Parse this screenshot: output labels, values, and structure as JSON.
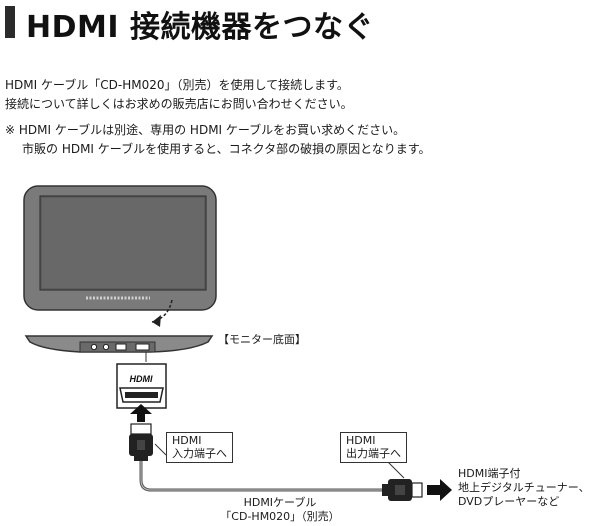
{
  "header": {
    "title": "HDMI 接続機器をつなぐ"
  },
  "body": {
    "line1": "HDMI ケーブル「CD-HM020」（別売）を使用して接続します。",
    "line2": "接続について詳しくはお求めの販売店にお問い合わせください。",
    "note_line1": "※ HDMI ケーブルは別途、専用の HDMI ケーブルをお買い求めください。",
    "note_line2": "市販の HDMI ケーブルを使用すると、コネクタ部の破損の原因となります。"
  },
  "diagram": {
    "monitor_bottom_label": "【モニター底面】",
    "port_logo_text": "HDMI",
    "input_label_line1": "HDMI",
    "input_label_line2": "入力端子へ",
    "output_label_line1": "HDMI",
    "output_label_line2": "出力端子へ",
    "device_line1": "HDMI端子付",
    "device_line2": "地上デジタルチューナー、",
    "device_line3": "DVDプレーヤーなど",
    "cable_line1": "HDMIケーブル",
    "cable_line2": "「CD-HM020」（別売）"
  }
}
